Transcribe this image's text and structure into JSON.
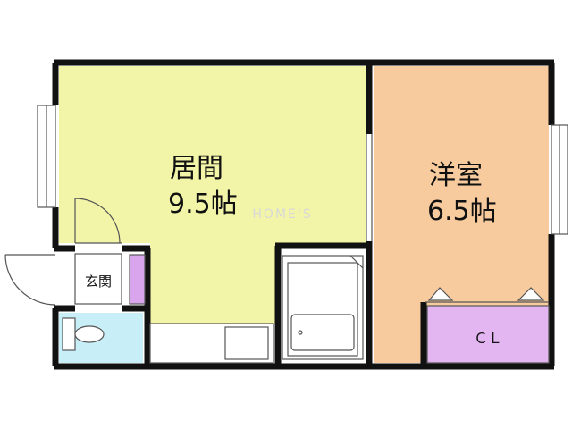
{
  "floor_plan": {
    "living_room": {
      "name": "居間",
      "size": "9.5帖"
    },
    "western_room": {
      "name": "洋室",
      "size": "6.5帖"
    },
    "entrance": {
      "name": "玄関"
    },
    "closet": {
      "name": "ＣＬ"
    },
    "watermark": "HOME'S"
  },
  "colors": {
    "living_room": "#f2f5a8",
    "western_room": "#f7cb9d",
    "closet": "#e3b6f2",
    "entrance_storage": "#d9a6ee",
    "toilet": "#c8eef7",
    "wall": "#111111",
    "fixture_line": "#555555"
  }
}
